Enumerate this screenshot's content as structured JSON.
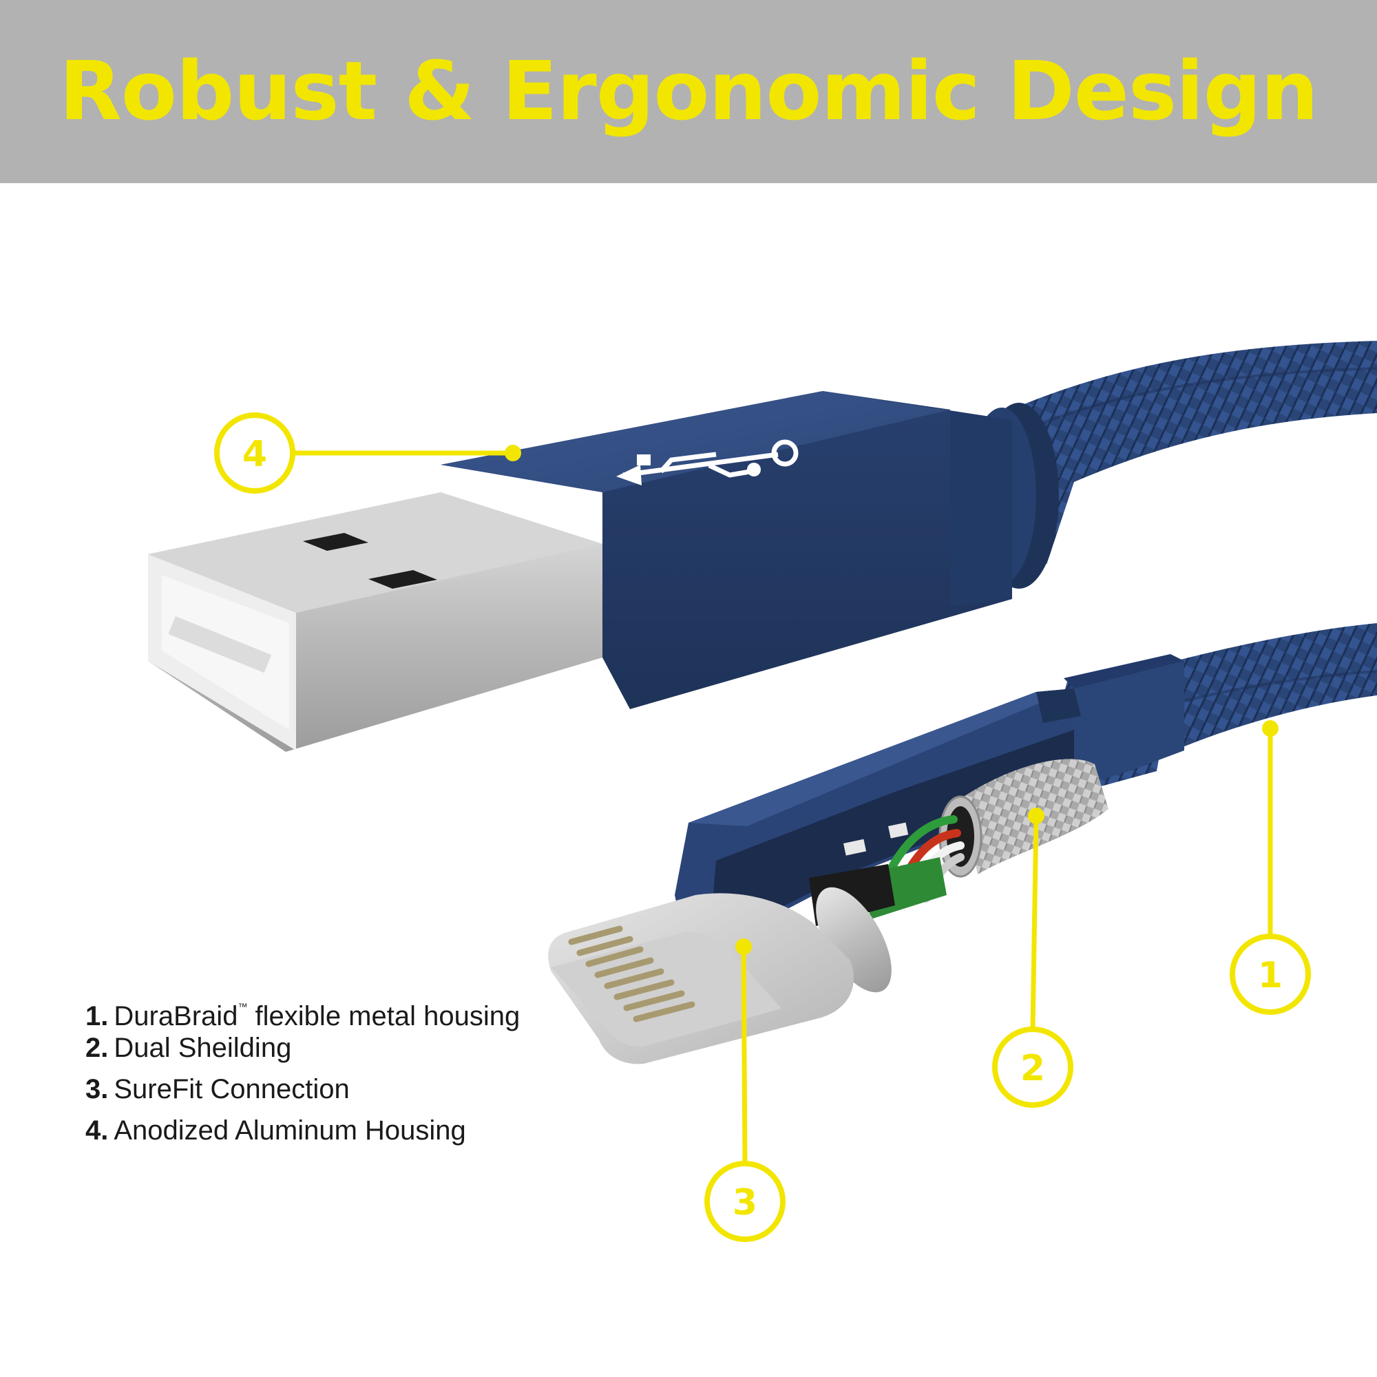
{
  "title": "Robust & Ergonomic Design",
  "colors": {
    "accent": "#f2e600",
    "banner": "#b2b2b2",
    "cable": "#2b4478",
    "metal": "#c8c8c8"
  },
  "callouts": [
    "1",
    "2",
    "3",
    "4"
  ],
  "legend": [
    {
      "num": "1.",
      "text": "DuraBraid",
      "mark": "™",
      "rest": " flexible metal housing"
    },
    {
      "num": "2.",
      "text": "Dual Sheilding"
    },
    {
      "num": "3.",
      "text": "SureFit Connection"
    },
    {
      "num": "4.",
      "text": "Anodized Aluminum Housing"
    }
  ],
  "icons": [
    "usb-icon"
  ]
}
